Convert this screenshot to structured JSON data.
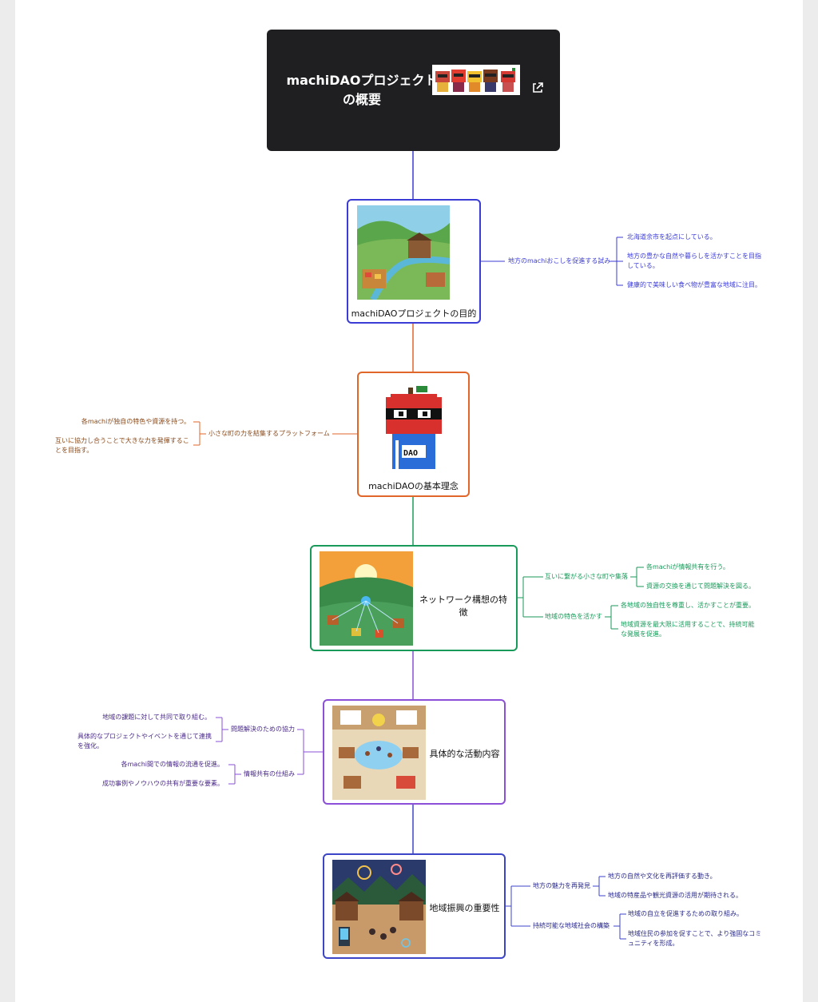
{
  "root": {
    "title_line1": "machiDAOプロジェクト",
    "title_line2": "の概要"
  },
  "colors": {
    "blue": "#3b3bd6",
    "orange": "#e0662a",
    "green": "#1a9a5a",
    "purple": "#8b4fd8",
    "indigo": "#3c45c8",
    "brown": "#8a4a1a"
  },
  "nodes": [
    {
      "label": "machiDAOプロジェクトの目的",
      "branches": [
        {
          "label": "地方のmachiおこしを促進する試み",
          "leaves": [
            "北海道余市を起点にしている。",
            "地方の豊かな自然や暮らしを活かすことを目指",
            "している。",
            "健康的で美味しい食べ物が豊富な地域に注目。"
          ]
        }
      ]
    },
    {
      "label": "machiDAOの基本理念",
      "branches": [
        {
          "label": "小さな町の力を結集するプラットフォーム",
          "leaves": [
            "各machiが独自の特色や資源を持つ。",
            "互いに協力し合うことで大きな力を発揮するこ",
            "とを目指す。"
          ]
        }
      ]
    },
    {
      "label": "ネットワーク構想の特徴",
      "branches": [
        {
          "label": "互いに繋がる小さな町や集落",
          "leaves": [
            "各machiが情報共有を行う。",
            "資源の交換を通じて問題解決を図る。"
          ]
        },
        {
          "label": "地域の特色を活かす",
          "leaves": [
            "各地域の独自性を尊重し、活かすことが重要。",
            "地域資源を最大限に活用することで、持続可能",
            "な発展を促進。"
          ]
        }
      ]
    },
    {
      "label": "具体的な活動内容",
      "branches": [
        {
          "label": "問題解決のための協力",
          "leaves": [
            "地域の課題に対して共同で取り組む。",
            "具体的なプロジェクトやイベントを通じて連携",
            "を強化。"
          ]
        },
        {
          "label": "情報共有の仕組み",
          "leaves": [
            "各machi間での情報の流通を促進。",
            "成功事例やノウハウの共有が重要な要素。"
          ]
        }
      ]
    },
    {
      "label": "地域振興の重要性",
      "branches": [
        {
          "label": "地方の魅力を再発見",
          "leaves": [
            "地方の自然や文化を再評価する動き。",
            "地域の特産品や観光資源の活用が期待される。"
          ]
        },
        {
          "label": "持続可能な地域社会の構築",
          "leaves": [
            "地域の自立を促進するための取り組み。",
            "地域住民の参加を促すことで、より強固なコミ",
            "ュニティを形成。"
          ]
        }
      ]
    }
  ]
}
